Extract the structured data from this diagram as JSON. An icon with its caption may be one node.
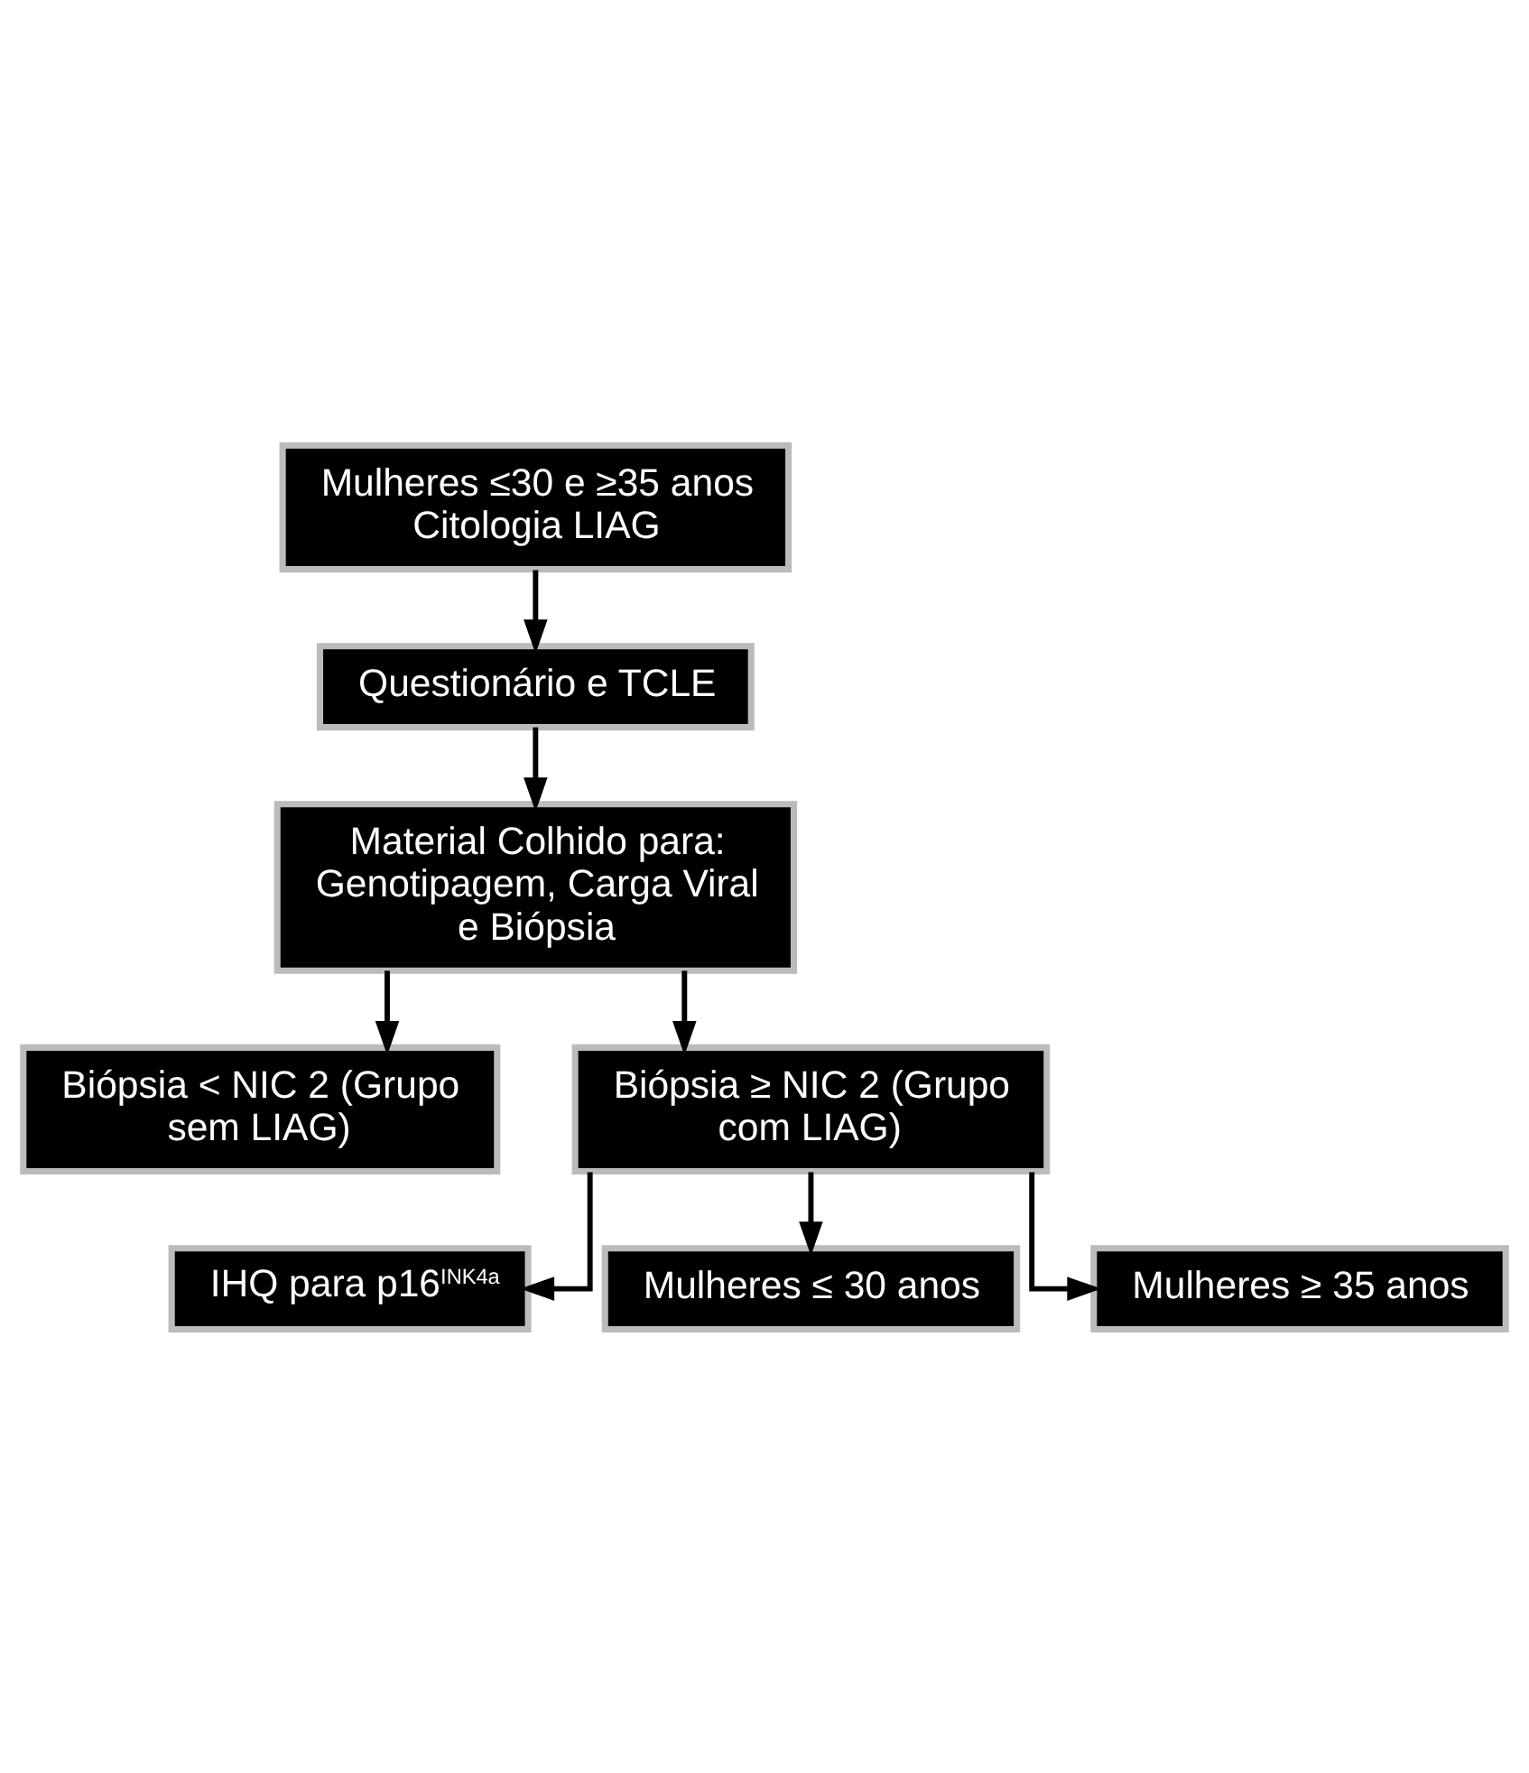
{
  "diagram": {
    "nodes": [
      {
        "text": [
          "Mulheres ≤30 e ≥35 anos Citologia LIAG"
        ]
      },
      {
        "text": [
          "Questionário e TCLE"
        ]
      },
      {
        "text": [
          "Material Colhido para: Genotipagem, Carga Viral e Biópsia"
        ]
      },
      {
        "text": [
          "Biópsia < NIC 2 (Grupo sem LIAG)"
        ]
      },
      {
        "text": [
          "Biópsia ≥ NIC 2 (Grupo com LIAG)"
        ]
      },
      {
        "text": [
          "IHQ para p16$^{INK4a}$"
        ]
      },
      {
        "text": [
          "Mulheres ≤ 30 anos"
        ]
      },
      {
        "text": [
          "Mulheres ≥ 35 anos"
        ]
      }
    ],
    "edges": [
      {
        "from": 0,
        "to": 1,
        "arrow": "to"
      },
      {
        "from": 1,
        "to": 2,
        "arrow": "to"
      },
      {
        "from": 2,
        "to": 3,
        "arrow": "to"
      },
      {
        "from": 2,
        "to": 4,
        "arrow": "to"
      },
      {
        "from": 4,
        "to": 5,
        "arrow": "to"
      },
      {
        "from": 4,
        "to": 6,
        "arrow": "to"
      },
      {
        "from": 4,
        "to": 7,
        "arrow": "to"
      }
    ]
  }
}
